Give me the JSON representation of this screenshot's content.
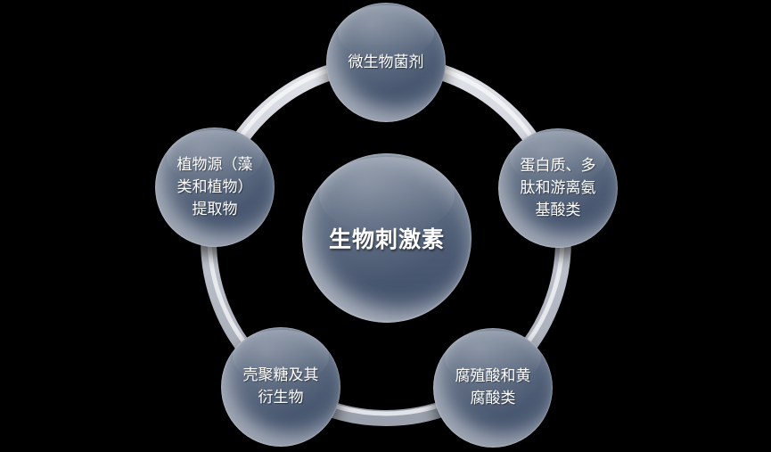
{
  "diagram": {
    "background_color": "#000000",
    "node_fill_color": "#4d5c74",
    "ring_color": "#b0b6c1",
    "text_color": "#ffffff",
    "center_node": {
      "label": "生物刺激素"
    },
    "satellite_nodes": [
      {
        "name": "microbial-agents",
        "label": "微生物菌剂",
        "lines": [
          "微生物菌剂"
        ]
      },
      {
        "name": "protein-peptide-free-amino-acids",
        "label": "蛋白质、多肽和游离氨基酸类",
        "lines": [
          "蛋白质、多",
          "肽和游离氨",
          "基酸类"
        ]
      },
      {
        "name": "humic-and-fulvic-acids",
        "label": "腐殖酸和黄腐酸类",
        "lines": [
          "腐殖酸和黄",
          "腐酸类"
        ]
      },
      {
        "name": "chitosan-and-derivatives",
        "label": "壳聚糖及其衍生物",
        "lines": [
          "壳聚糖及其",
          "衍生物"
        ]
      },
      {
        "name": "plant-source-extracts",
        "label": "植物源（藻类和植物）提取物",
        "lines": [
          "植物源（藻",
          "类和植物）",
          "提取物"
        ]
      }
    ]
  }
}
